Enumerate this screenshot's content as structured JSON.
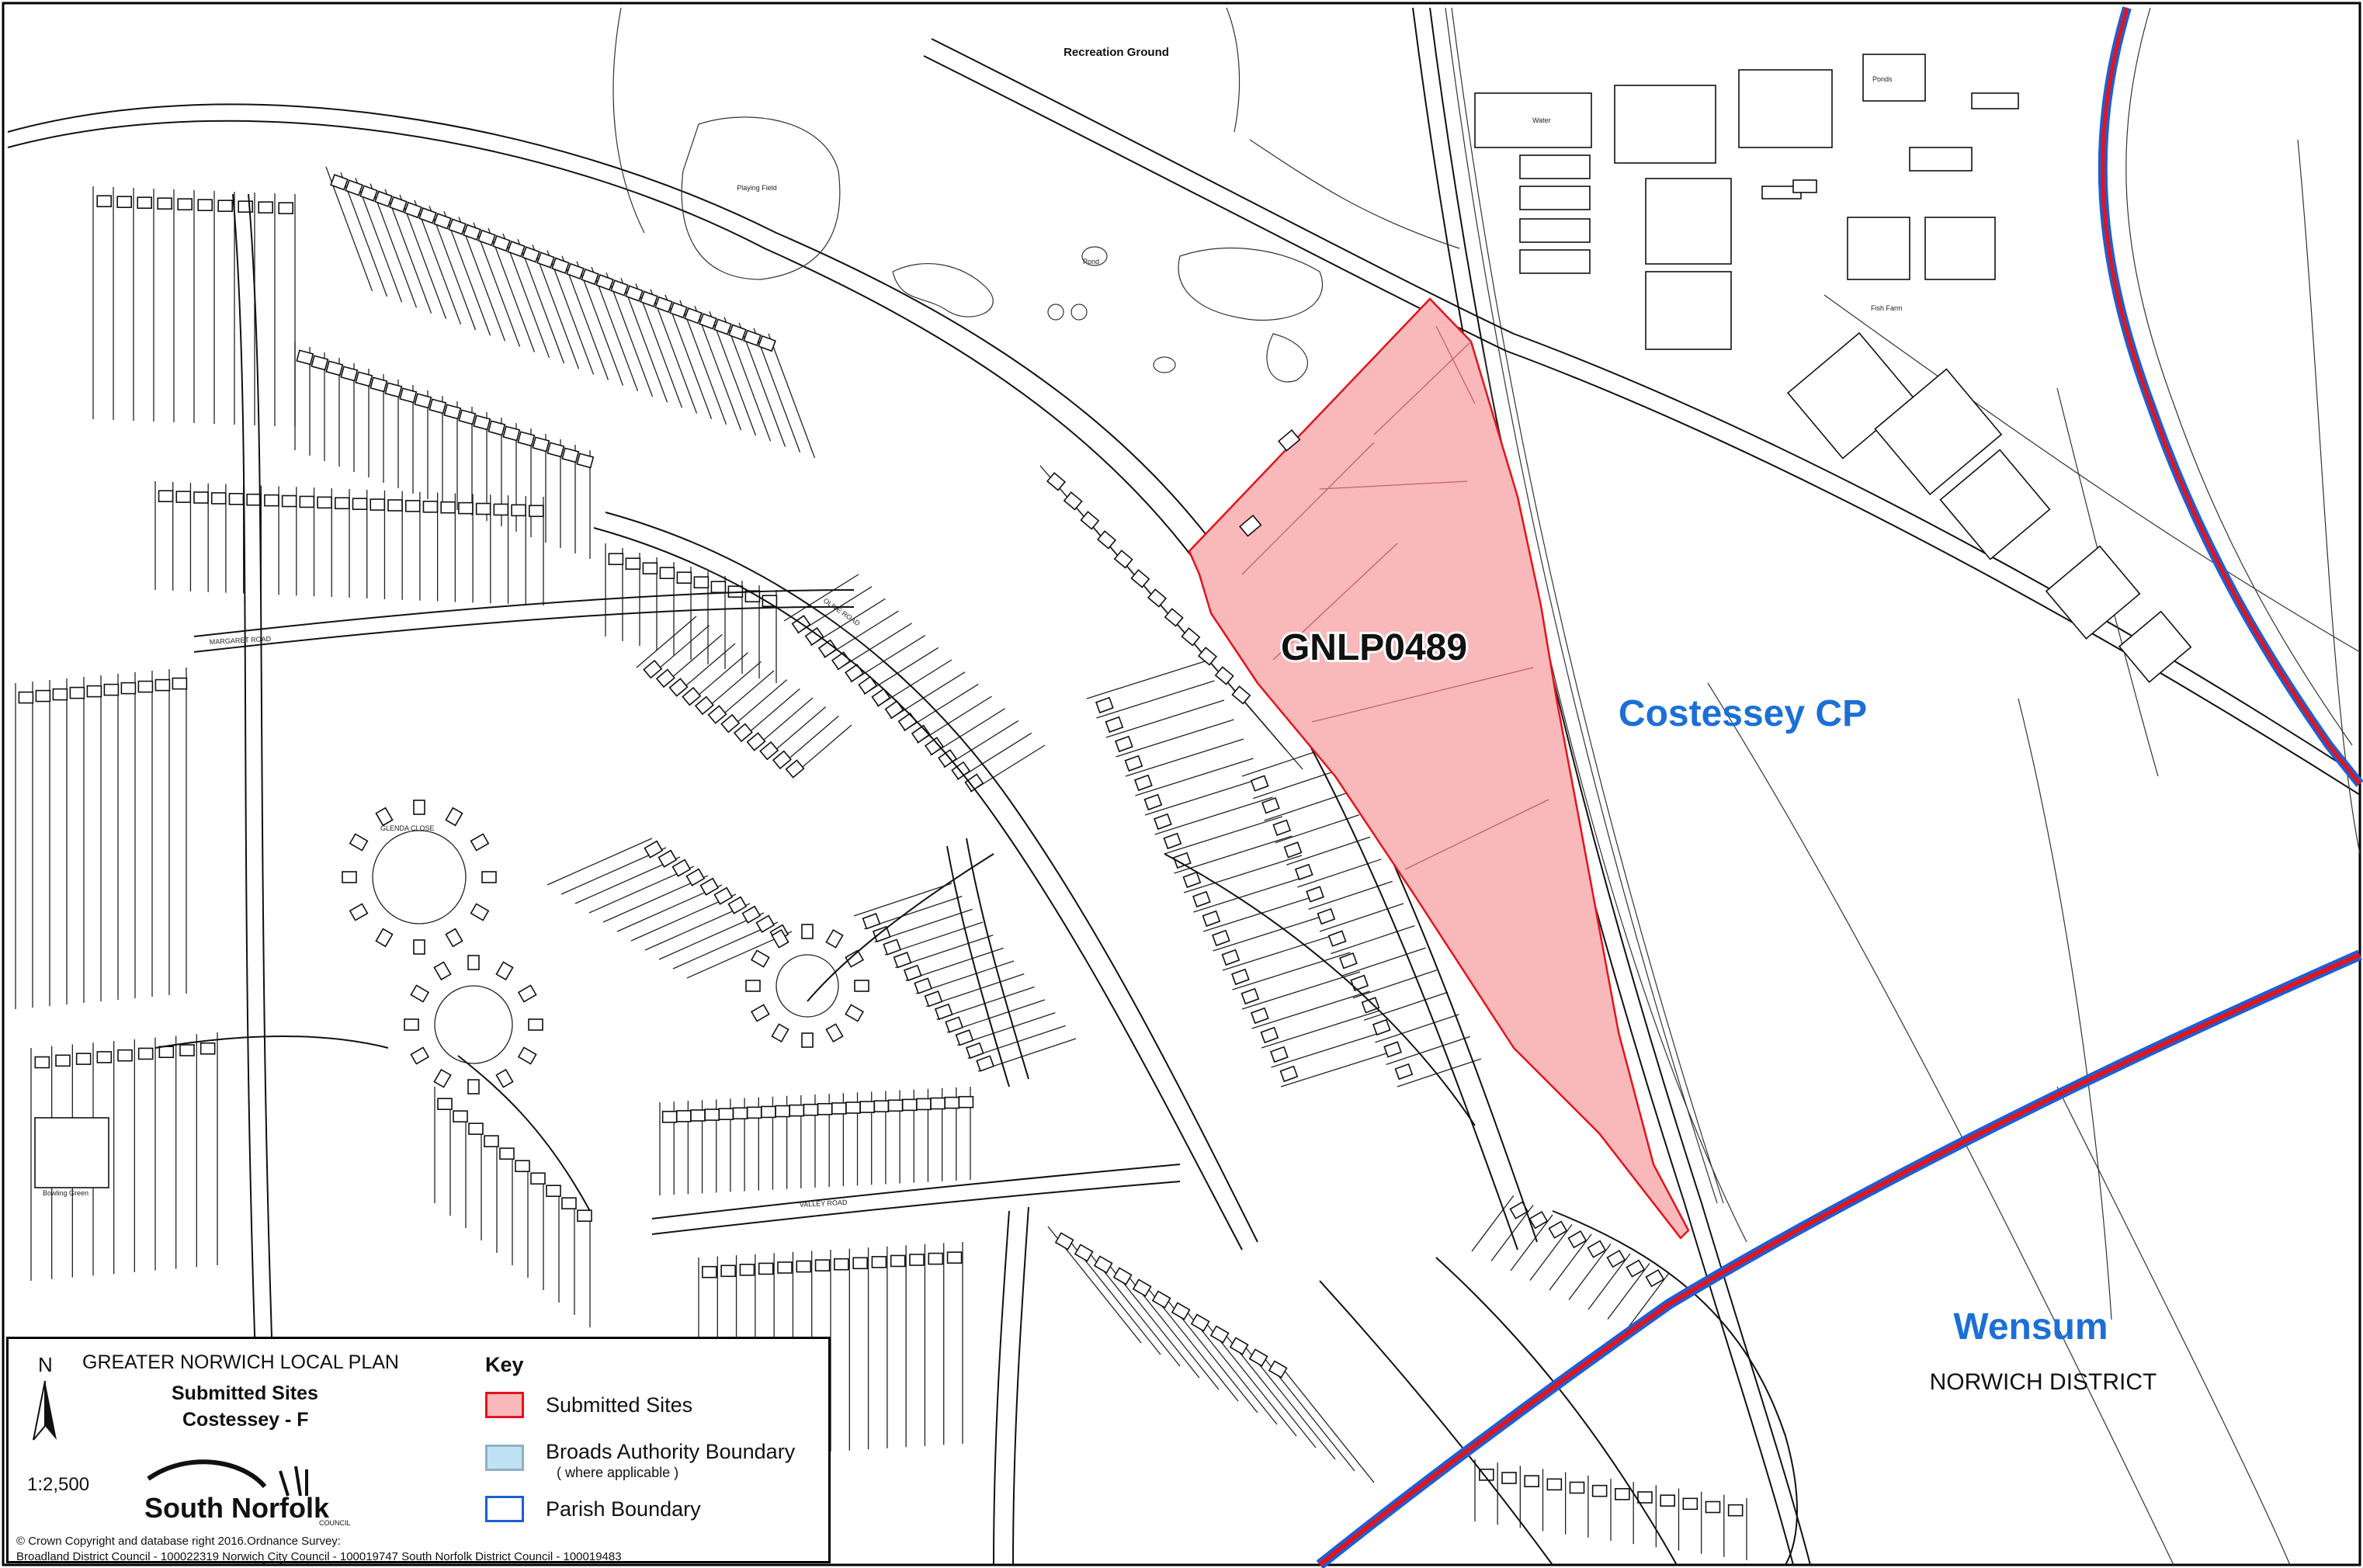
{
  "site": {
    "id": "GNLP0489",
    "fill": "#f9b8b9",
    "stroke": "#e3141c"
  },
  "map_labels": {
    "recreation_ground": "Recreation Ground",
    "playing_field": "Playing Field",
    "fish_farm": "Fish Farm",
    "water": "Water",
    "pond": "Pond",
    "ponds": "Ponds",
    "margaret_road": "MARGARET ROAD",
    "olive_road": "OLIVE ROAD",
    "valley_road": "VALLEY ROAD",
    "glenda_close": "GLENDA CLOSE",
    "bowling_green": "Bowling Green",
    "costessey_cp": "Costessey CP",
    "wensum": "Wensum",
    "norwich_district": "NORWICH DISTRICT"
  },
  "legend": {
    "north": "N",
    "plan_title": "GREATER NORWICH LOCAL PLAN",
    "subtitle": "Submitted Sites",
    "area": "Costessey - F",
    "scale": "1:2,500",
    "logo_text": "South Norfolk",
    "logo_sub": "COUNCIL",
    "key_title": "Key",
    "items": [
      {
        "label": "Submitted Sites",
        "note": "",
        "fill": "#f9b8b9",
        "stroke": "#e3141c"
      },
      {
        "label": "Broads Authority Boundary",
        "note": "( where applicable )",
        "fill": "#bfe3f5",
        "stroke": "#8fb0c4"
      },
      {
        "label": "Parish Boundary",
        "note": "",
        "fill": "#ffffff",
        "stroke": "#1c5fd6"
      }
    ],
    "copyright_1": "© Crown Copyright and database right 2016.Ordnance Survey:",
    "copyright_2": "Broadland District Council - 100022319   Norwich City Council - 100019747   South Norfolk District Council - 100019483"
  },
  "colors": {
    "parish_blue": "#1c5fd6",
    "label_blue": "#1c6fd6",
    "red": "#e3141c"
  }
}
